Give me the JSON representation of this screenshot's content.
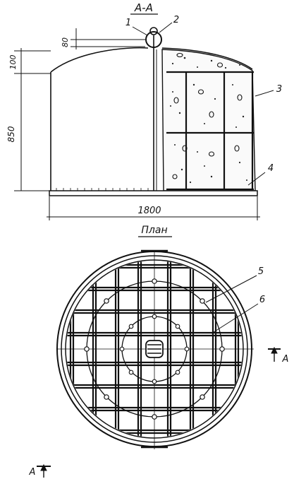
{
  "section": {
    "title": "А-А",
    "callouts": [
      "1",
      "2",
      "3",
      "4"
    ],
    "dim_top_gap": "80",
    "dim_dome": "100",
    "dim_height": "850",
    "dim_width": "1800"
  },
  "plan": {
    "title": "План",
    "callouts": [
      "5",
      "6"
    ],
    "cut_label_right": "А",
    "cut_label_left": "А"
  },
  "colors": {
    "ink": "#111111",
    "paper": "#ffffff"
  }
}
